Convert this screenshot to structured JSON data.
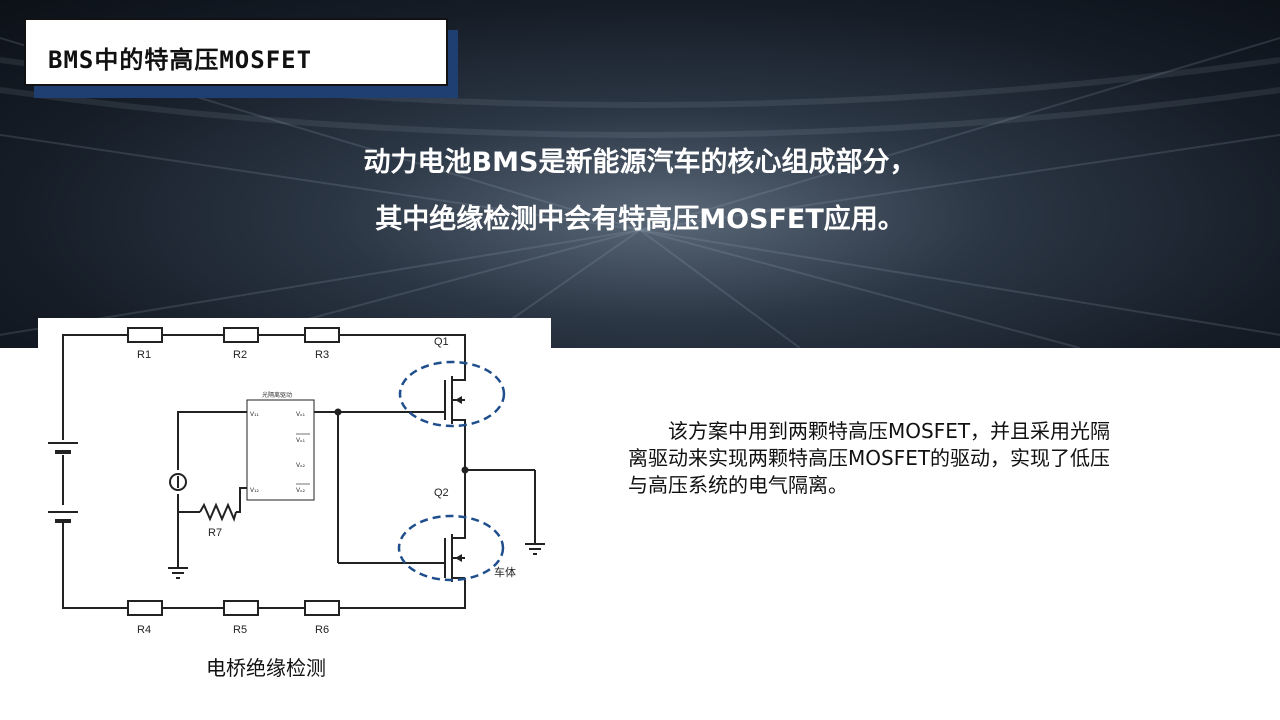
{
  "slide": {
    "title": "BMS中的特高压MOSFET",
    "headline_line1": "动力电池BMS是新能源汽车的核心组成部分，",
    "headline_line2": "其中绝缘检测中会有特高压MOSFET应用。",
    "description": "该方案中用到两颗特高压MOSFET，并且采用光隔离驱动来实现两颗特高压MOSFET的驱动，实现了低压与高压系统的电气隔离。"
  },
  "diagram": {
    "caption": "电桥绝缘检测",
    "resistors": [
      "R1",
      "R2",
      "R3",
      "R4",
      "R5",
      "R6",
      "R7"
    ],
    "transistors": [
      "Q1",
      "Q2"
    ],
    "driver_label": "光隔离驱动",
    "chassis_label": "车体",
    "pins_left": [
      "V₁₁",
      "V₁₂"
    ],
    "pins_right": [
      "Vₒ₁",
      "Vₒ₁",
      "Vₒ₂",
      "Vₒ₂"
    ],
    "colors": {
      "highlight": "#1f4e8c",
      "wire": "#222222"
    }
  }
}
